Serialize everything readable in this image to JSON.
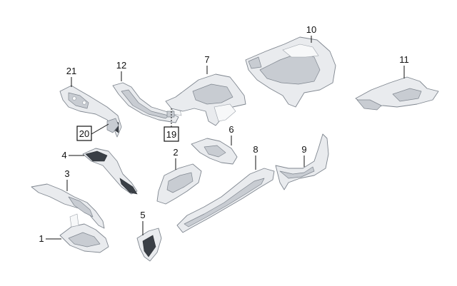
{
  "parts": [
    {
      "id": "1",
      "number": "1"
    },
    {
      "id": "2",
      "number": "2"
    },
    {
      "id": "3",
      "number": "3"
    },
    {
      "id": "4",
      "number": "4"
    },
    {
      "id": "5",
      "number": "5"
    },
    {
      "id": "6",
      "number": "6"
    },
    {
      "id": "7",
      "number": "7"
    },
    {
      "id": "8",
      "number": "8"
    },
    {
      "id": "9",
      "number": "9"
    },
    {
      "id": "10",
      "number": "10"
    },
    {
      "id": "11",
      "number": "11"
    },
    {
      "id": "12",
      "number": "12"
    },
    {
      "id": "19",
      "number": "19",
      "boxed": true
    },
    {
      "id": "20",
      "number": "20",
      "boxed": true
    },
    {
      "id": "21",
      "number": "21"
    }
  ],
  "colors": {
    "part_fill": "#e9ebee",
    "part_outline": "#7f868f",
    "callout": "#111111"
  }
}
